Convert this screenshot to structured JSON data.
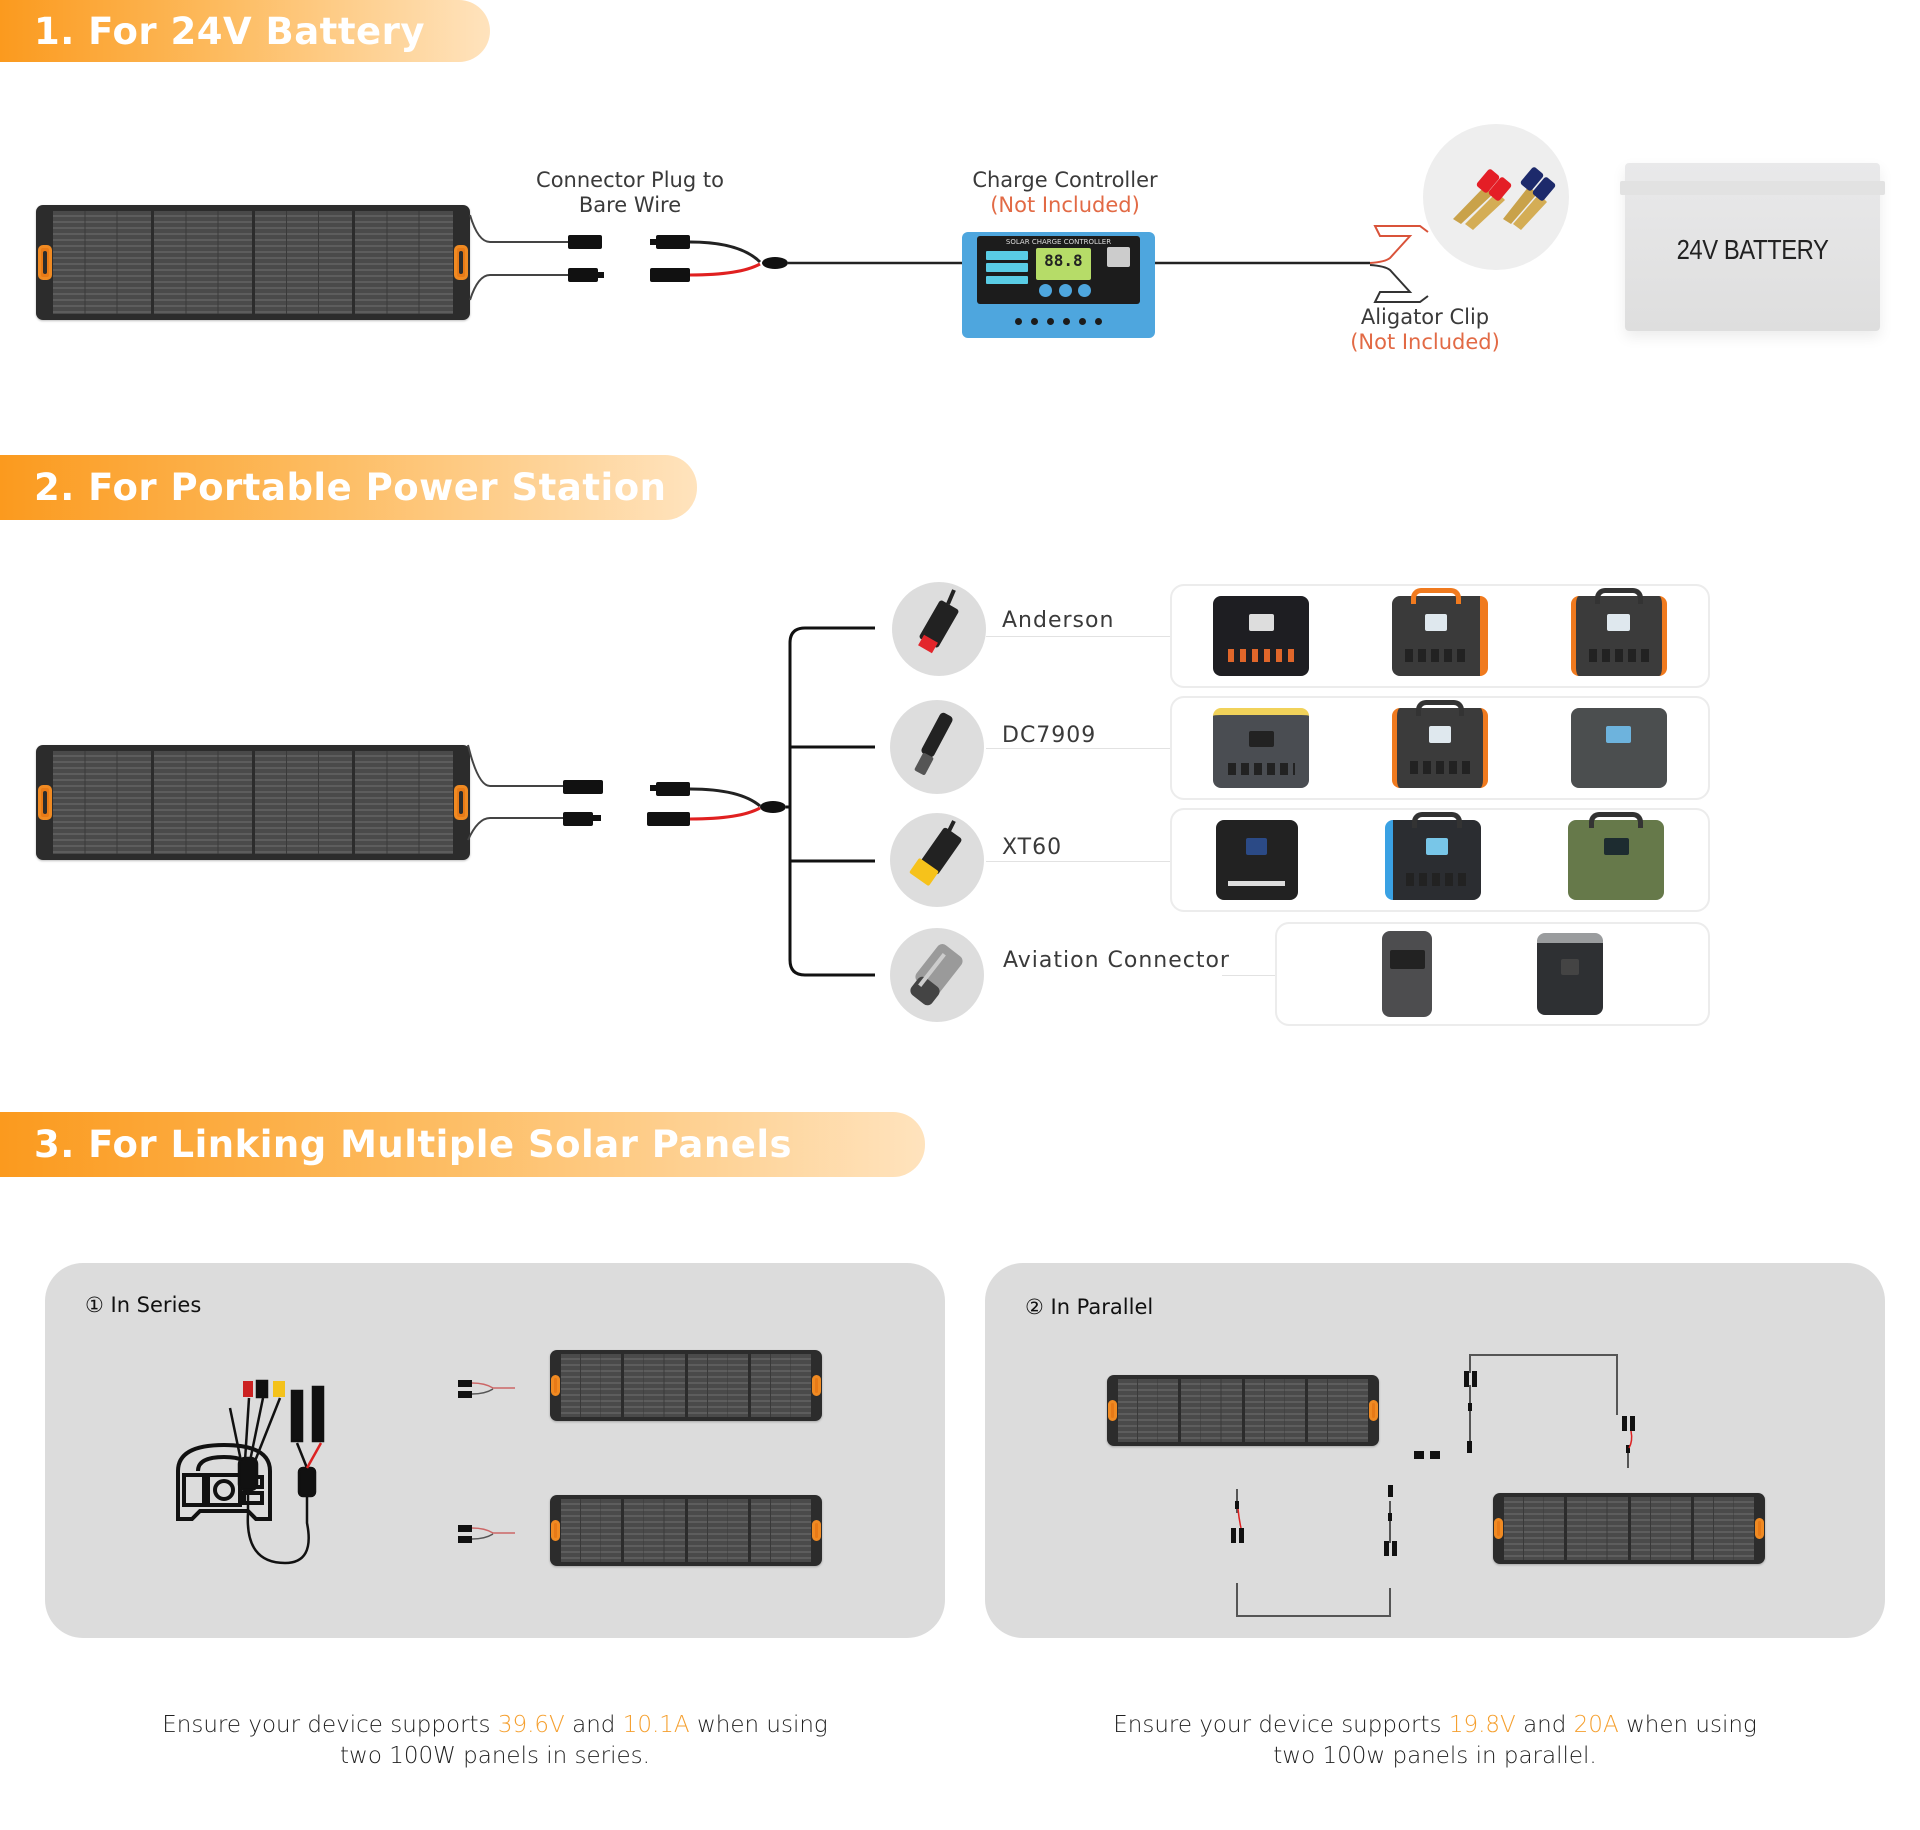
{
  "sections": [
    {
      "title": "1. For 24V Battery",
      "connector_label_line1": "Connector Plug to",
      "connector_label_line2": "Bare Wire",
      "controller_label": "Charge Controller",
      "controller_note": "(Not Included)",
      "controller_screen_title": "SOLAR CHARGE CONTROLLER",
      "controller_display": "88.8",
      "clip_label": "Aligator Clip",
      "clip_note": "(Not Included)",
      "battery_label": "24V BATTERY"
    },
    {
      "title": "2. For Portable Power Station",
      "connectors": [
        {
          "name": "Anderson",
          "icon": "anderson-connector-icon",
          "devices": 3
        },
        {
          "name": "DC7909",
          "icon": "dc7909-connector-icon",
          "devices": 3
        },
        {
          "name": "XT60",
          "icon": "xt60-connector-icon",
          "devices": 3
        },
        {
          "name": "Aviation Connector",
          "icon": "aviation-connector-icon",
          "devices": 2
        }
      ]
    },
    {
      "title": "3. For Linking Multiple Solar Panels",
      "series": {
        "title": "① In Series",
        "caption_pre": "Ensure your device supports ",
        "voltage": "39.6V",
        "caption_mid": " and ",
        "current": "10.1A",
        "caption_post": " when using",
        "caption_line2": "two 100W panels in series."
      },
      "parallel": {
        "title": "② In Parallel",
        "caption_pre": "Ensure your device supports ",
        "voltage": "19.8V",
        "caption_mid": " and ",
        "current": "20A",
        "caption_post": " when using",
        "caption_line2": "two 100w panels in parallel."
      }
    }
  ],
  "colors": {
    "accent_orange": "#fb9a1e",
    "highlight": "#f5a030",
    "not_included": "#e26a45",
    "card_bg": "#dcdcdc",
    "controller_blue": "#4ea6de"
  }
}
